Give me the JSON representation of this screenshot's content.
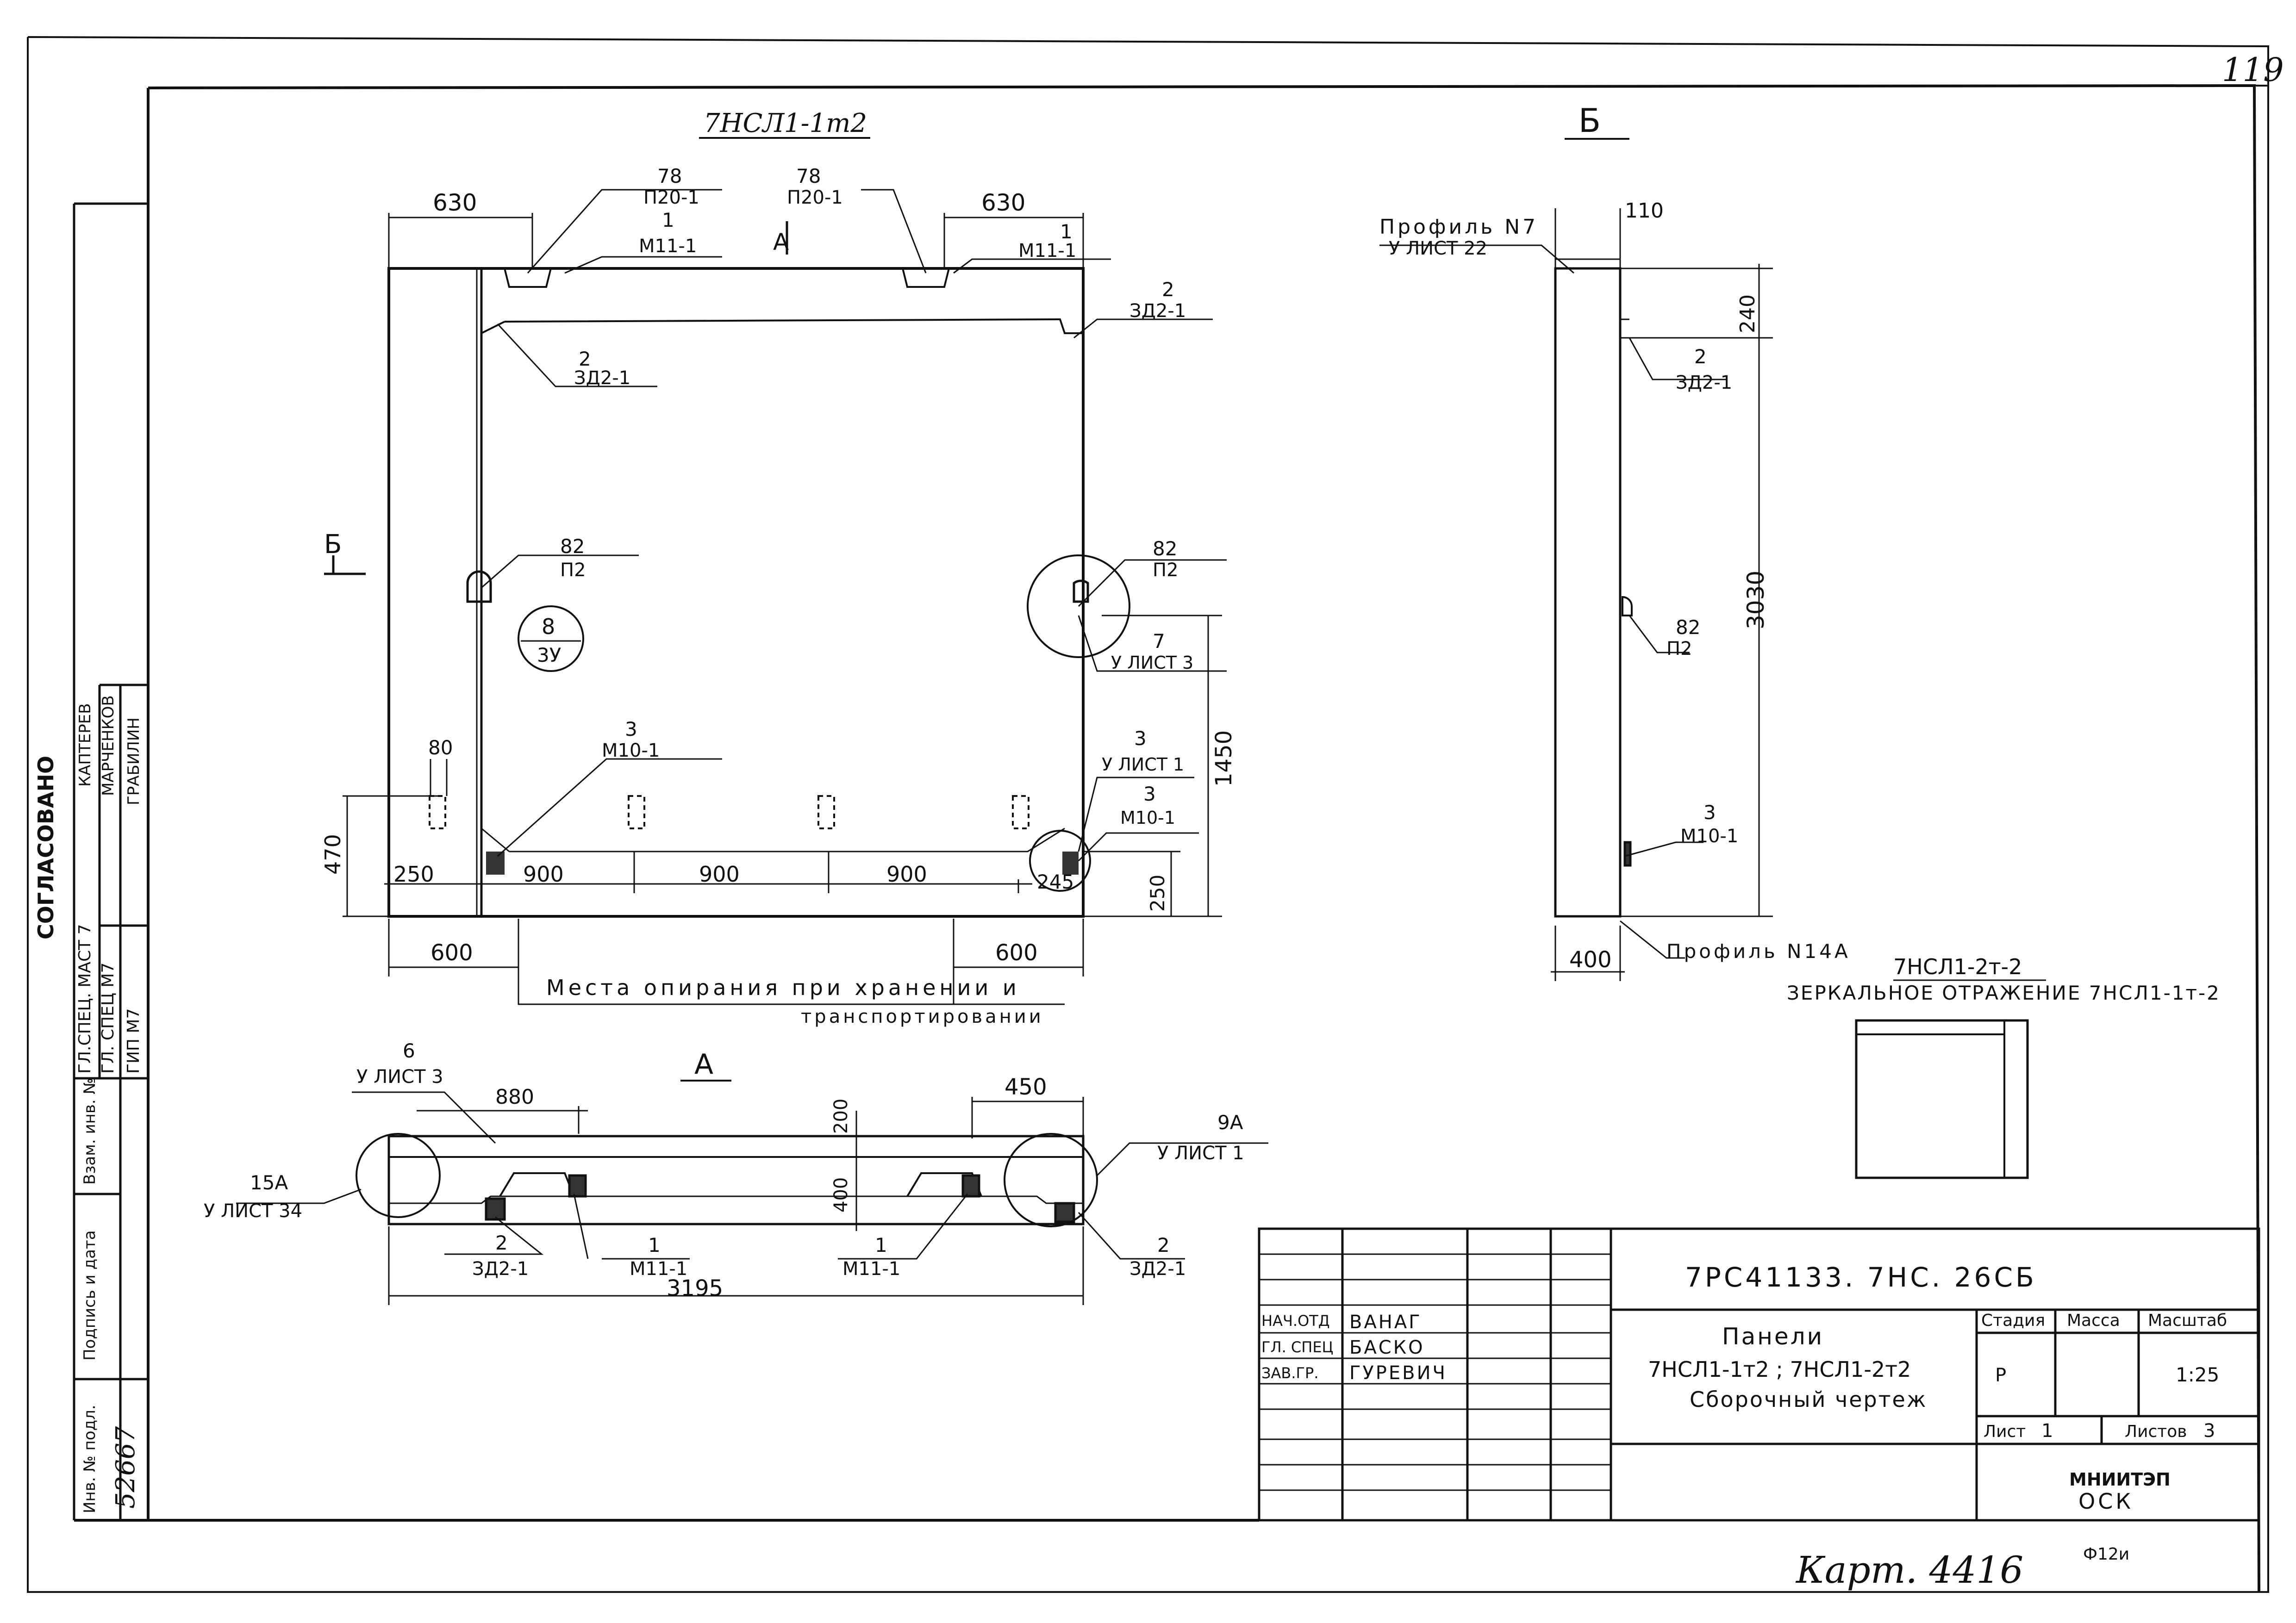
{
  "sheet_number": "119",
  "titles": {
    "front_view": "7НСЛ1-1т2",
    "section_b": "Б",
    "section_a": "А",
    "mirror_title": "7НСЛ1-2т-2",
    "mirror_subtitle": "ЗЕРКАЛЬНОЕ ОТРАЖЕНИЕ 7НСЛ1-1т-2"
  },
  "dims_front": {
    "top_left": "630",
    "top_right": "630",
    "bay1": "900",
    "bay2": "900",
    "bay3": "900",
    "left_250": "250",
    "left_470": "470",
    "v80": "80",
    "right_1450": "1450",
    "right_250": "250",
    "right_245": "245",
    "bottom_left_600": "600",
    "bottom_right_600": "600"
  },
  "callouts_front": {
    "p20_left_num": "78",
    "p20_left": "П20-1",
    "m11_left_num": "1",
    "m11_left": "М11-1",
    "arrow_a": "А",
    "p20_right_num": "78",
    "p20_right": "П20-1",
    "m11_right_num": "1",
    "m11_right": "М11-1",
    "zd_right_num": "2",
    "zd_right": "ЗД2-1",
    "zd_left_num": "2",
    "zd_left": "ЗД2-1",
    "p2_left_num": "82",
    "p2_left": "П2",
    "node_num": "8",
    "node_sheet": "3У",
    "p2_right_num": "82",
    "p2_right": "П2",
    "sheet3_num": "7",
    "sheet3": "У ЛИСТ 3",
    "m10_left_num": "3",
    "m10_left": "М10-1",
    "m10_right_top_num": "3",
    "m10_right_top": "У ЛИСТ 1",
    "m10_right_num": "3",
    "m10_right": "М10-1",
    "arrow_b": "Б",
    "support_note_1": "Места опирания при хранении и",
    "support_note_2": "транспортировании"
  },
  "section_b_view": {
    "profile7": "Профиль N7",
    "profile7_ref": "У ЛИСТ 22",
    "dim_110": "110",
    "dim_240": "240",
    "dim_3030": "3030",
    "dim_400": "400",
    "zd_num": "2",
    "zd": "ЗД2-1",
    "p2_num": "82",
    "p2": "П2",
    "m10_num": "3",
    "m10": "М10-1",
    "profile14": "Профиль N14А"
  },
  "section_a_view": {
    "node6_num": "6",
    "node6_ref": "У ЛИСТ 3",
    "dim_880": "880",
    "dim_450": "450",
    "dim_200": "200",
    "dim_400": "400",
    "node15_num": "15А",
    "node15_ref": "У ЛИСТ 34",
    "node9_num": "9А",
    "node9_ref": "У ЛИСТ 1",
    "zd_left_num": "2",
    "zd_left": "ЗД2-1",
    "m11_left_num": "1",
    "m11_left": "М11-1",
    "m11_right_num": "1",
    "m11_right": "М11-1",
    "zd_right_num": "2",
    "zd_right": "ЗД2-1",
    "dim_3195": "3195"
  },
  "side_stamp": {
    "agreed": "СОГЛАСОВАНО",
    "rows": [
      {
        "role": "ГЛ.СПЕЦ. МАСТ 7",
        "name": "КАПТЕРЕВ"
      },
      {
        "role": "ГЛ. СПЕЦ М7",
        "name": "МАРЧЕНКОВ"
      },
      {
        "role": "ГИП М7",
        "name": "ГРАБИЛИН"
      }
    ],
    "inv_orig": "Инв. № подл.",
    "sign_date": "Подпись и дата",
    "inv_swap": "Взам. инв. №",
    "inv_value": "52667"
  },
  "title_block": {
    "code": "7РС41133. 7НС. 26СБ",
    "staff": [
      {
        "role": "НАЧ.ОТД",
        "name": "ВАНАГ"
      },
      {
        "role": "ГЛ. СПЕЦ",
        "name": "БАСКО"
      },
      {
        "role": "ЗАВ.ГР.",
        "name": "ГУРЕВИЧ"
      }
    ],
    "name_1": "Панели",
    "name_2": "7НСЛ1-1т2 ; 7НСЛ1-2т2",
    "name_3": "Сборочный чертеж",
    "stage_label": "Стадия",
    "stage_value": "Р",
    "mass_label": "Масса",
    "scale_label": "Масштаб",
    "scale_value": "1:25",
    "sheet_label": "Лист",
    "sheet_value": "1",
    "sheets_label": "Листов",
    "sheets_value": "3",
    "org_1": "МНИИТЭП",
    "org_2": "ОСК"
  },
  "footer": {
    "copy_note": "Карт. 4416",
    "form": "Ф12и"
  }
}
